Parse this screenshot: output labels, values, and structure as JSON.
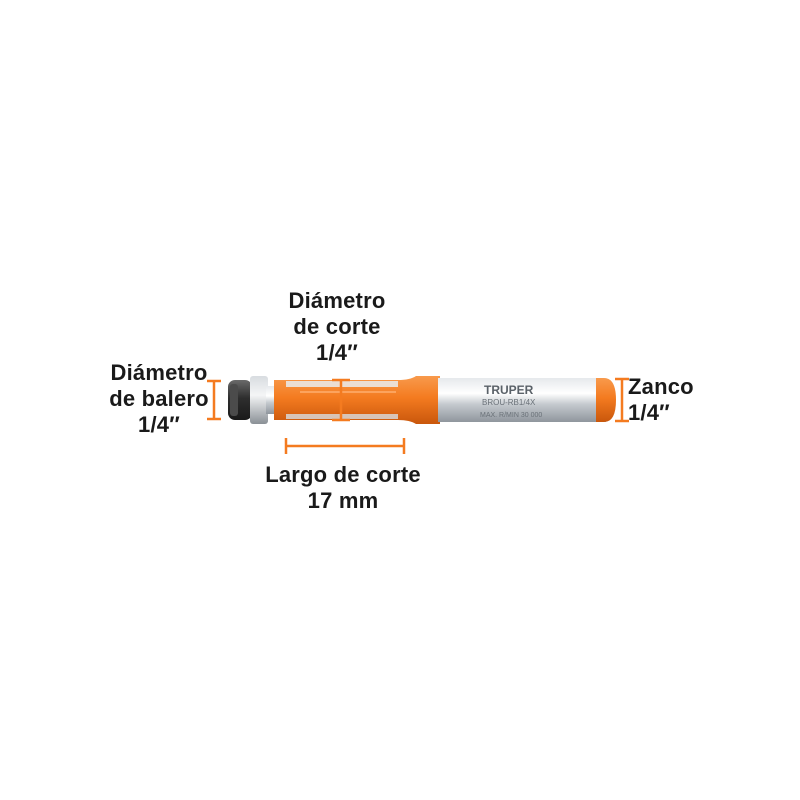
{
  "product": {
    "brand": "TRUPER",
    "model": "BROU-RB1/4X",
    "rating": "MAX. R/MIN 30 000"
  },
  "colors": {
    "orange": "#f47b20",
    "orange_dark": "#d9620f",
    "steel": "#c9ced3",
    "bearing": "#3a3a3a",
    "text": "#1a1a1a"
  },
  "annotations": {
    "cutting_diameter": {
      "line1": "Diámetro",
      "line2": "de corte",
      "line3": "1/4″"
    },
    "bearing_diameter": {
      "line1": "Diámetro",
      "line2": "de balero",
      "line3": "1/4″"
    },
    "shank": {
      "line1": "Zanco",
      "line2": "1/4″"
    },
    "cutting_length": {
      "line1": "Largo de corte",
      "line2": "17 mm"
    }
  }
}
